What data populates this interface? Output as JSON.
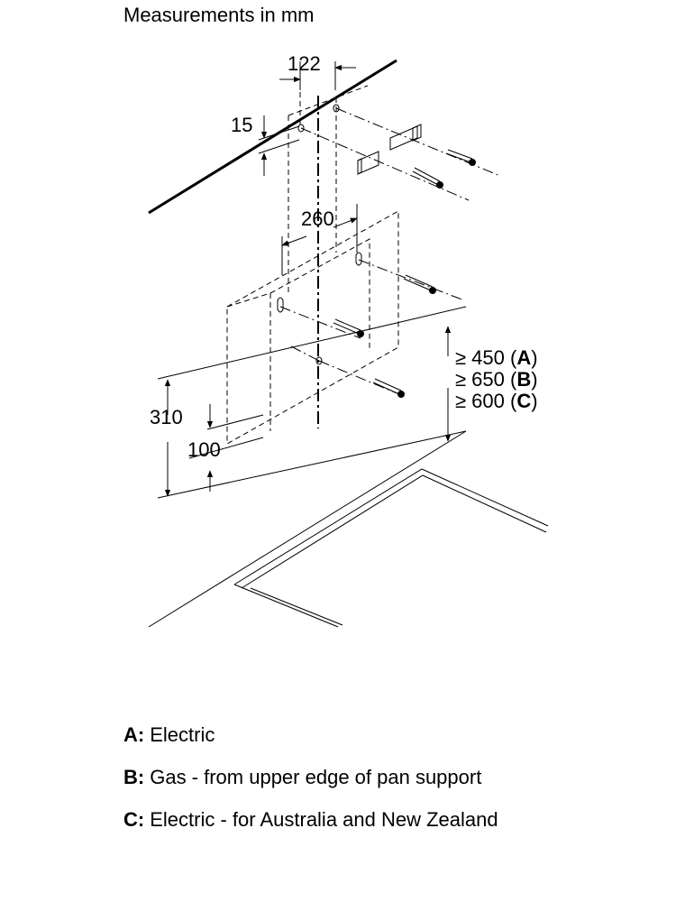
{
  "title": "Measurements in mm",
  "dimensions": {
    "d122": "122",
    "d15": "15",
    "d260": "260",
    "d310": "310",
    "d100": "100"
  },
  "clearance": [
    {
      "prefix": "≥ 450 (",
      "letter": "A",
      "suffix": ")"
    },
    {
      "prefix": "≥ 650 (",
      "letter": "B",
      "suffix": ")"
    },
    {
      "prefix": "≥ 600 (",
      "letter": "C",
      "suffix": ")"
    }
  ],
  "legend": [
    {
      "key": "A:",
      "text": "Electric"
    },
    {
      "key": "B:",
      "text": "Gas - from upper edge of pan support"
    },
    {
      "key": "C:",
      "text": "Electric - for Australia and New Zealand"
    }
  ]
}
